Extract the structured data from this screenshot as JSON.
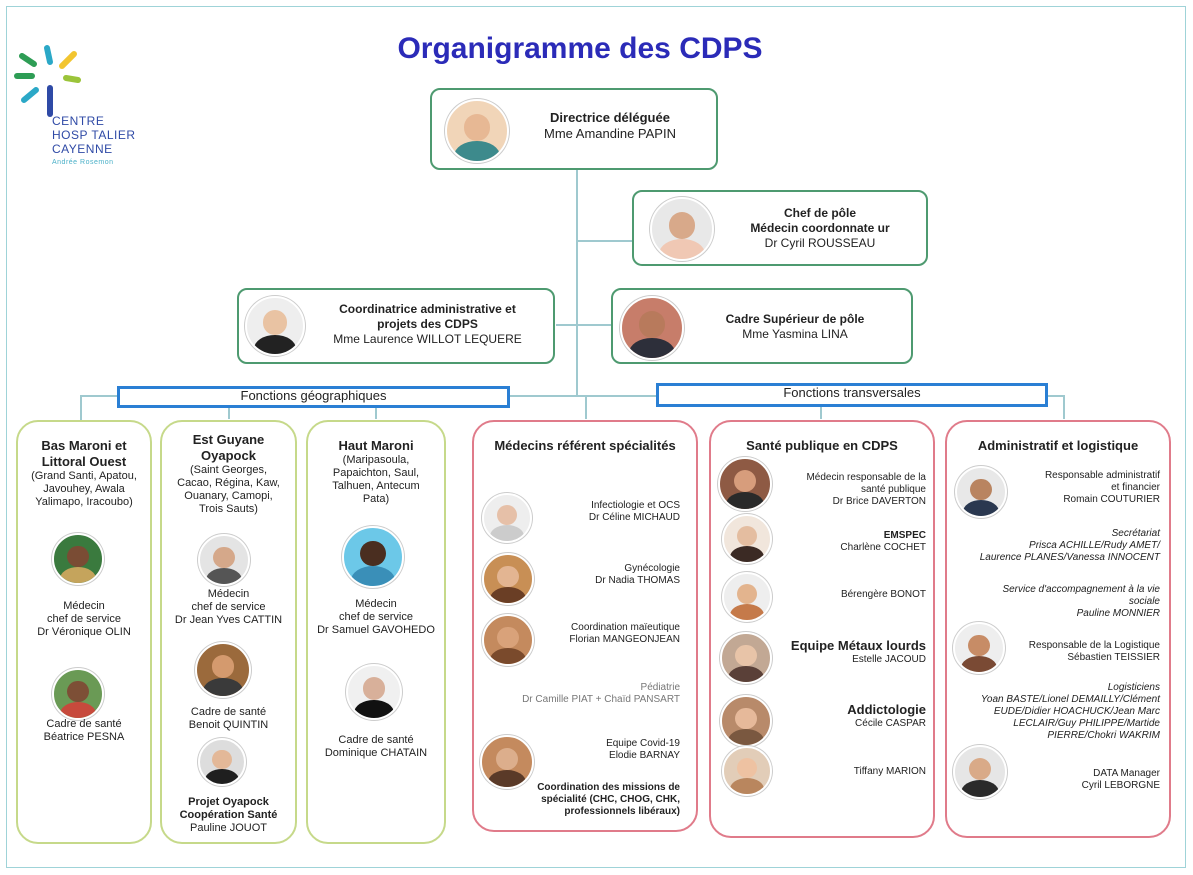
{
  "title": "Organigramme des CDPS",
  "logo": {
    "line1": "CENTRE",
    "line2": "HOSP TALIER",
    "line3": "CAYENNE",
    "sub": "Andrée Rosemon"
  },
  "directrice": {
    "role": "Directrice déléguée",
    "name": "Mme Amandine PAPIN"
  },
  "chef_pole": {
    "role1": "Chef de pôle",
    "role2": "Médecin coordonnate ur",
    "name": "Dr Cyril ROUSSEAU"
  },
  "coordinatrice": {
    "role1": "Coordinatrice administrative et",
    "role2": "projets des CDPS",
    "name": "Mme Laurence WILLOT LEQUERE"
  },
  "cadre_sup": {
    "role": "Cadre Supérieur de pôle",
    "name": "Mme Yasmina LINA"
  },
  "fonctions_geo": "Fonctions géographiques",
  "fonctions_trans": "Fonctions transversales",
  "bas_maroni": {
    "title1": "Bas Maroni et",
    "title2": "Littoral Ouest",
    "sub1": "(Grand Santi, Apatou,",
    "sub2": "Javouhey, Awala",
    "sub3": "Yalimapo, Iracoubo)",
    "p1_role1": "Médecin",
    "p1_role2": "chef de service",
    "p1_name": "Dr Véronique OLIN",
    "p2_role": "Cadre de santé",
    "p2_name": "Béatrice PESNA"
  },
  "est_guyane": {
    "title1": "Est Guyane",
    "title2": "Oyapock",
    "sub1": "(Saint Georges,",
    "sub2": "Cacao, Régina, Kaw,",
    "sub3": "Ouanary, Camopi,",
    "sub4": "Trois Sauts)",
    "p1_role1": "Médecin",
    "p1_role2": "chef de service",
    "p1_name": "Dr Jean Yves CATTIN",
    "p2_role": "Cadre de santé",
    "p2_name": "Benoit QUINTIN",
    "p3_role1": "Projet Oyapock",
    "p3_role2": "Coopération Santé",
    "p3_name": "Pauline JOUOT"
  },
  "haut_maroni": {
    "title": "Haut Maroni",
    "sub1": "(Maripasoula,",
    "sub2": "Papaichton, Saul,",
    "sub3": "Talhuen, Antecum",
    "sub4": "Pata)",
    "p1_role1": "Médecin",
    "p1_role2": "chef de service",
    "p1_name": "Dr Samuel GAVOHEDO",
    "p2_role": "Cadre de santé",
    "p2_name": "Dominique CHATAIN"
  },
  "medecins": {
    "title": "Médecins référent spécialités",
    "e1_role": "Infectiologie et OCS",
    "e1_name": "Dr Céline MICHAUD",
    "e2_role": "Gynécologie",
    "e2_name": "Dr Nadia THOMAS",
    "e3_role": "Coordination maïeutique",
    "e3_name": "Florian MANGEONJEAN",
    "e4_role": "Pédiatrie",
    "e4_name": "Dr Camille PIAT + Chaïd PANSART",
    "e5_role": "Equipe Covid-19",
    "e5_name": "Elodie BARNAY",
    "e6_1": "Coordination des missions de",
    "e6_2": "spécialité (CHC, CHOG, CHK,",
    "e6_3": "professionnels libéraux)"
  },
  "sante": {
    "title": "Santé publique en CDPS",
    "e1_role1": "Médecin responsable de la",
    "e1_role2": "santé publique",
    "e1_name": "Dr Brice DAVERTON",
    "e2_role": "EMSPEC",
    "e2_name": "Charlène COCHET",
    "e3_name": "Bérengère BONOT",
    "e4_role": "Equipe Métaux lourds",
    "e4_name": "Estelle JACOUD",
    "e5_role": "Addictologie",
    "e5_name": "Cécile CASPAR",
    "e6_name": "Tiffany MARION"
  },
  "admin": {
    "title": "Administratif et logistique",
    "e1_role1": "Responsable administratif",
    "e1_role2": "et financier",
    "e1_name": "Romain COUTURIER",
    "e2_role": "Secrétariat",
    "e2_l1": "Prisca ACHILLE/Rudy AMET/",
    "e2_l2": "Laurence PLANES/Vanessa INNOCENT",
    "e3_l1": "Service d'accompagnement à la vie",
    "e3_l2": "sociale",
    "e3_name": "Pauline MONNIER",
    "e4_role": "Responsable de la Logistique",
    "e4_name": "Sébastien TEISSIER",
    "e5_role": "Logisticiens",
    "e5_l1": "Yoan BASTE/Lionel DEMAILLY/Clément",
    "e5_l2": "EUDE/Didier HOACHUCK/Jean Marc",
    "e5_l3": "LECLAIR/Guy PHILIPPE/Martide",
    "e5_l4": "PIERRE/Chokri WAKRIM",
    "e6_role": "DATA Manager",
    "e6_name": "Cyril LEBORGNE"
  }
}
